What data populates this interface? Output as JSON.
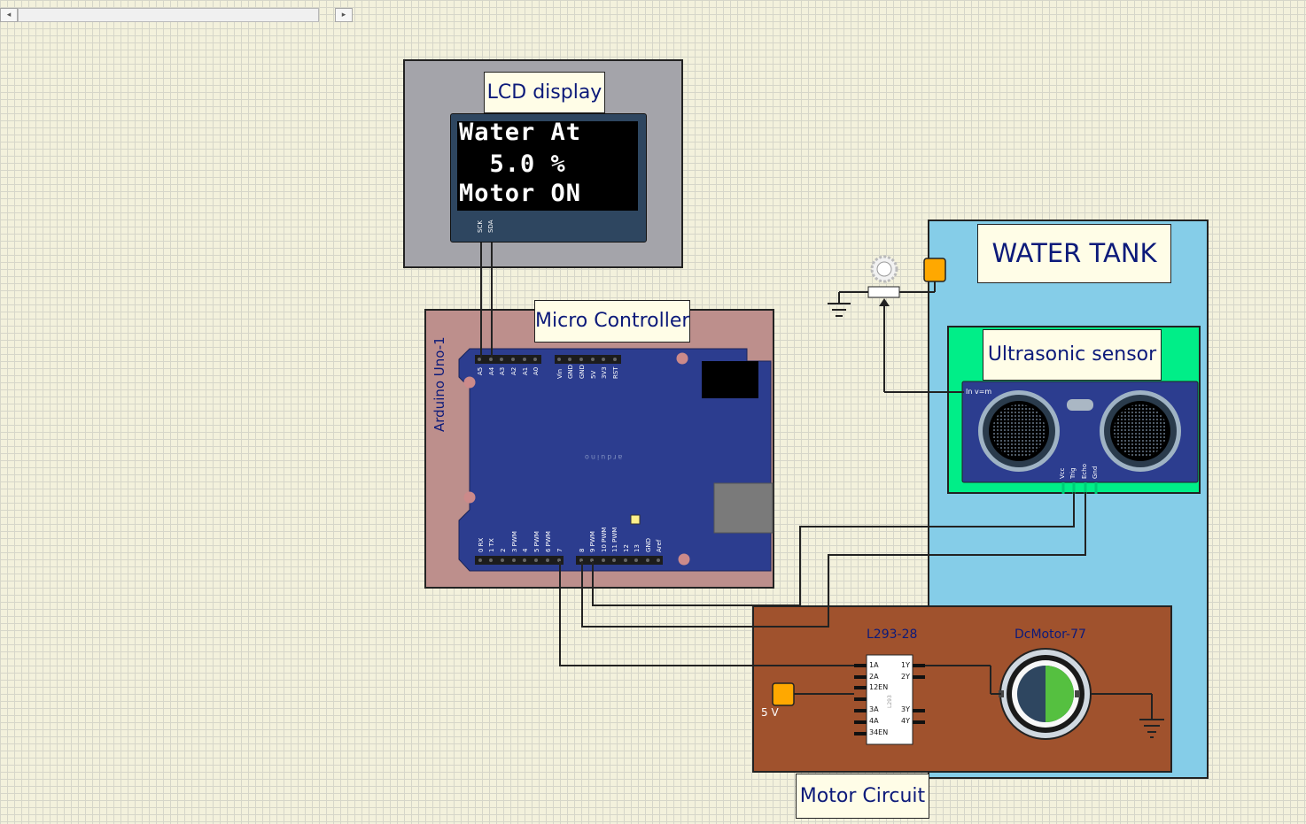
{
  "scrollbar": {
    "left_arrow": "◂",
    "right_arrow": "▸"
  },
  "labels": {
    "lcd": "LCD display",
    "micro": "Micro Controller",
    "tank": "WATER TANK",
    "sensor": "Ultrasonic sensor",
    "motor_circuit": "Motor Circuit"
  },
  "lcd": {
    "line1": "Water At",
    "line2": "  5.0 %",
    "line3": "Motor ON",
    "pin_sck": "SCK",
    "pin_sda": "SDA"
  },
  "arduino": {
    "name": "Arduino Uno-1",
    "logo": "arduino",
    "analog_pins": [
      "A5",
      "A4",
      "A3",
      "A2",
      "A1",
      "A0"
    ],
    "power_pins": [
      "Vin",
      "GND",
      "GND",
      "5V",
      "3V3",
      "RST"
    ],
    "digital_pins_left": [
      "0 RX",
      "1 TX",
      "2",
      "3 PWM",
      "4",
      "5 PWM",
      "6 PWM",
      "7"
    ],
    "digital_pins_right": [
      "8",
      "9 PWM",
      "10 PWM",
      "11 PWM",
      "12",
      "13",
      "GND",
      "Aref"
    ]
  },
  "sensor": {
    "input_label": "In v=m",
    "pins": [
      "Vcc",
      "Trig",
      "Echo",
      "Gnd"
    ]
  },
  "motor": {
    "chip_name": "L293-28",
    "motor_name": "DcMotor-77",
    "supply_label": "5 V",
    "chip_left_pins": [
      "1A",
      "2A",
      "12EN",
      "3A",
      "4A",
      "34EN"
    ],
    "chip_right_pins": [
      "1Y",
      "2Y",
      "3Y",
      "4Y"
    ],
    "chip_text": "L293"
  },
  "colors": {
    "background": "#f3f1dc",
    "lcd_panel": "#a4a4aa",
    "micro_panel": "#bd8f8c",
    "arduino_board": "#2c3d8f",
    "tank": "#85cde8",
    "sensor_panel": "#00ee88",
    "motor_panel": "#a0522d",
    "label_text": "#0c1a7a",
    "probe": "#ffa800"
  }
}
